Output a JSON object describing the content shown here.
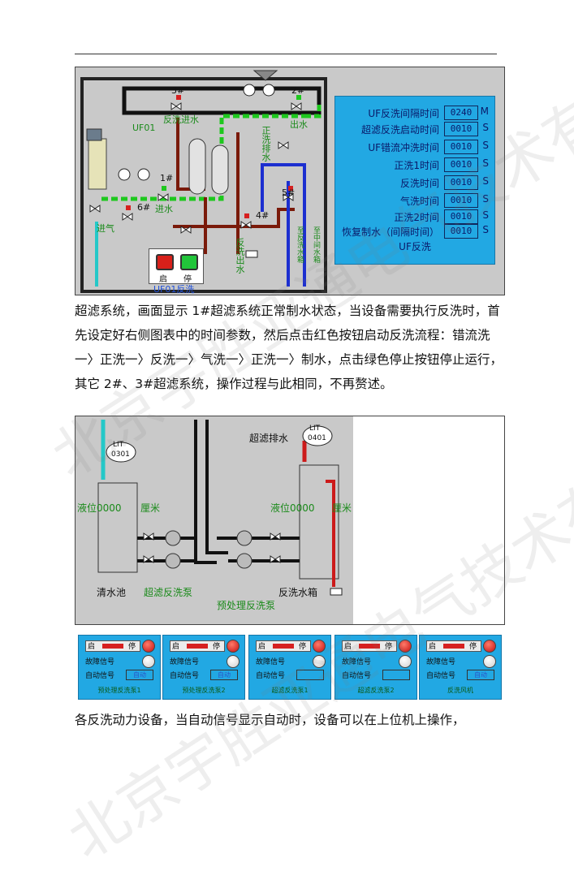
{
  "uf_panel": {
    "rows": [
      {
        "label": "UF反洗间隔时间",
        "value": "0240",
        "unit": "M"
      },
      {
        "label": "超滤反洗启动时间",
        "value": "0010",
        "unit": "S"
      },
      {
        "label": "UF错流冲洗时间",
        "value": "0010",
        "unit": "S"
      },
      {
        "label": "正洗1时间",
        "value": "0010",
        "unit": "S"
      },
      {
        "label": "反洗时间",
        "value": "0010",
        "unit": "S"
      },
      {
        "label": "气洗时间",
        "value": "0010",
        "unit": "S"
      },
      {
        "label": "正洗2时间",
        "value": "0010",
        "unit": "S"
      },
      {
        "label": "恢复制水（间隔时间）",
        "value": "0010",
        "unit": "S"
      }
    ],
    "title": "UF反洗"
  },
  "fig1": {
    "uf01": "UF01",
    "v3": "3#",
    "v3_label": "反洗进水",
    "v2": "2#",
    "v2_label": "出水",
    "v1": "1#",
    "v1_label": "进水",
    "v6": "6#",
    "v6_label": "进气",
    "v5": "5#",
    "v4": "4#",
    "forward_drain": "正洗排水",
    "backwash_out": "反洗出水",
    "right_label_1": "至中间水箱",
    "right_label_2": "至反洗水箱",
    "start": "启",
    "stop": "停",
    "panel_caption": "UF01反洗"
  },
  "paragraph1": "超滤系统，画面显示 1#超滤系统正常制水状态，当设备需要执行反洗时，首先设定好右侧图表中的时间参数，然后点击红色按钮启动反洗流程：错流洗一〉正洗一〉反洗一〉气洗一〉正洗一〉制水，点击绿色停止按钮停止运行，其它 2#、3#超滤系统，操作过程与此相同，不再赘述。",
  "fig2": {
    "lit1": "LIT",
    "lit1_id": "0301",
    "lit2": "LIT",
    "lit2_id": "0401",
    "drain": "超滤排水",
    "level_left": "液位0000",
    "unit_left": "厘米",
    "level_right": "液位0000",
    "unit_right": "厘米",
    "clear_pool": "清水池",
    "uf_pump": "超滤反洗泵",
    "pre_pump": "预处理反洗泵",
    "backwash_tank": "反洗水箱"
  },
  "devices": [
    {
      "start": "启",
      "stop": "停",
      "fault": "故障信号",
      "auto": "自动信号",
      "auto_state": "自动",
      "name": "预处理反洗泵1"
    },
    {
      "start": "启",
      "stop": "停",
      "fault": "故障信号",
      "auto": "自动信号",
      "auto_state": "自动",
      "name": "预处理反洗泵2"
    },
    {
      "start": "启",
      "stop": "停",
      "fault": "故障信号",
      "auto": "自动信号",
      "auto_state": "",
      "name": "超滤反洗泵1"
    },
    {
      "start": "启",
      "stop": "停",
      "fault": "故障信号",
      "auto": "自动信号",
      "auto_state": "",
      "name": "超滤反洗泵2"
    },
    {
      "start": "启",
      "stop": "停",
      "fault": "故障信号",
      "auto": "自动信号",
      "auto_state": "自动",
      "name": "反洗风机"
    }
  ],
  "paragraph2": "各反洗动力设备，当自动信号显示自动时，设备可以在上位机上操作，",
  "watermark": "北京宇胜亚通电气技术有限公司",
  "colors": {
    "panel": "#22a8e3",
    "pipe_green": "#1ec81e",
    "pipe_red": "#cc1a1a",
    "pipe_blue": "#1c2fd0",
    "pipe_cyan": "#24c8c8"
  }
}
